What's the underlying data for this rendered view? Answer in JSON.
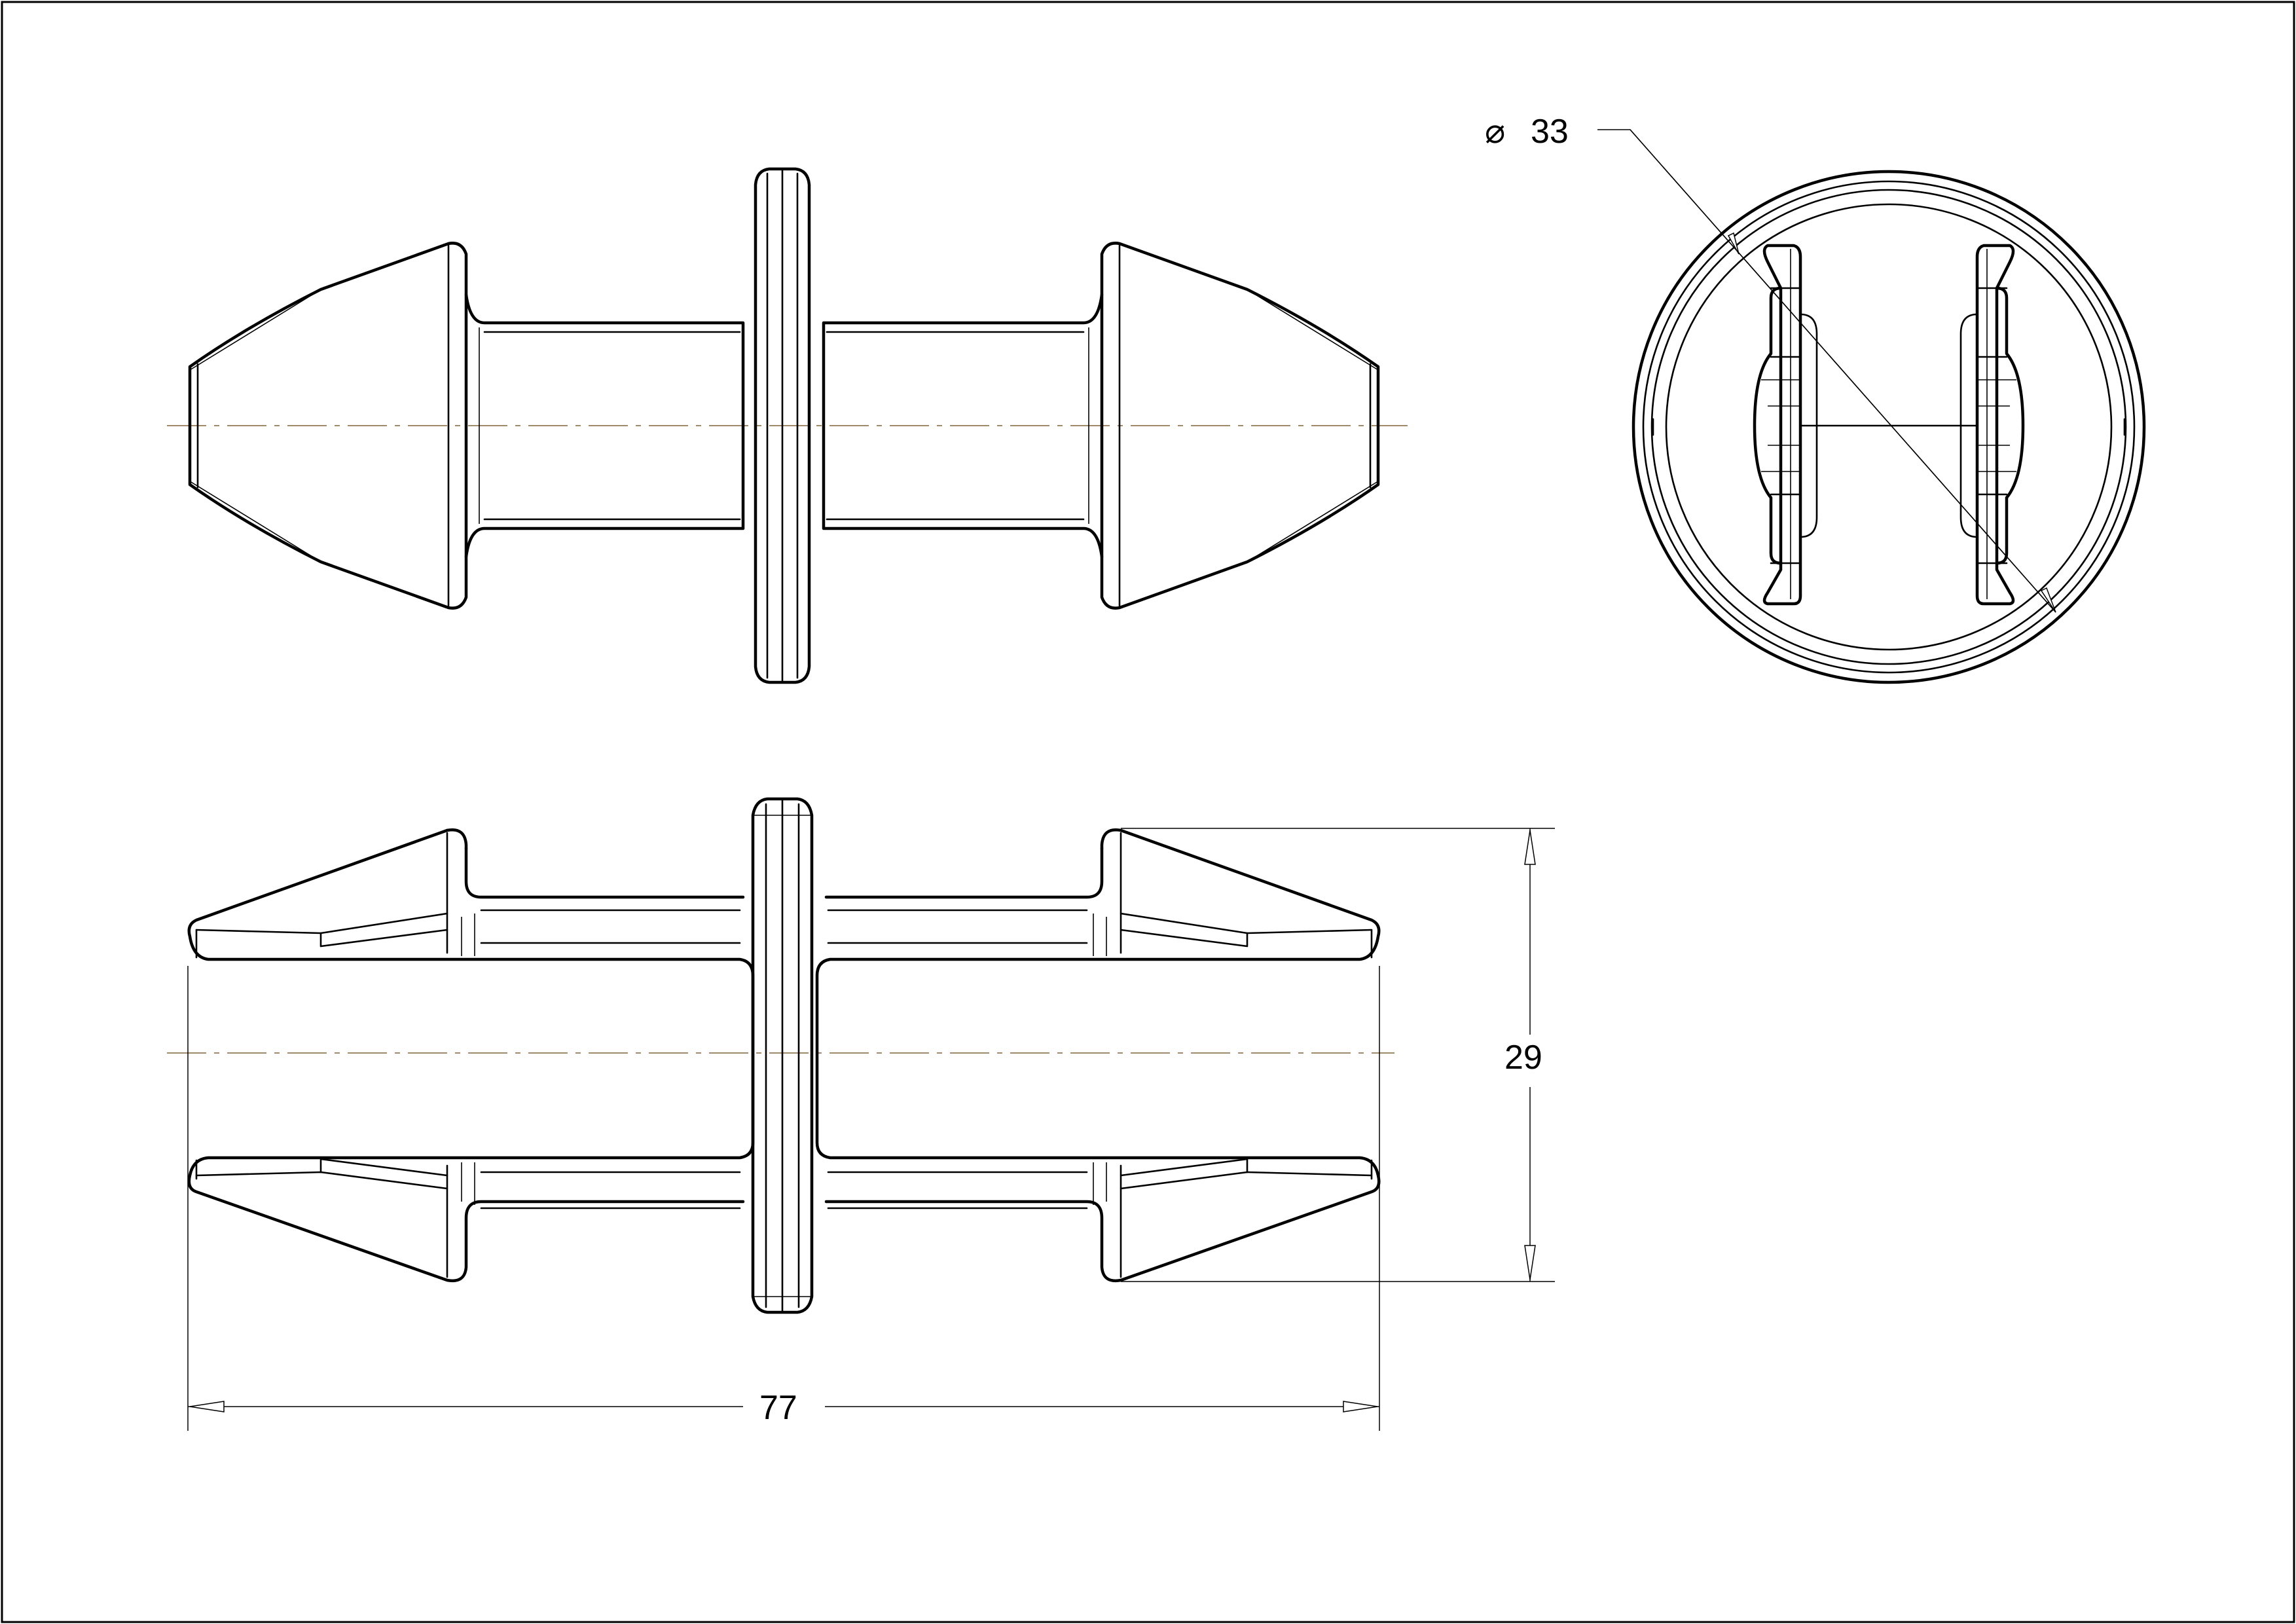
{
  "drawing": {
    "dimensions": {
      "diameter_symbol": "⌀",
      "diameter_value": "33",
      "height_value": "29",
      "length_value": "77"
    }
  }
}
